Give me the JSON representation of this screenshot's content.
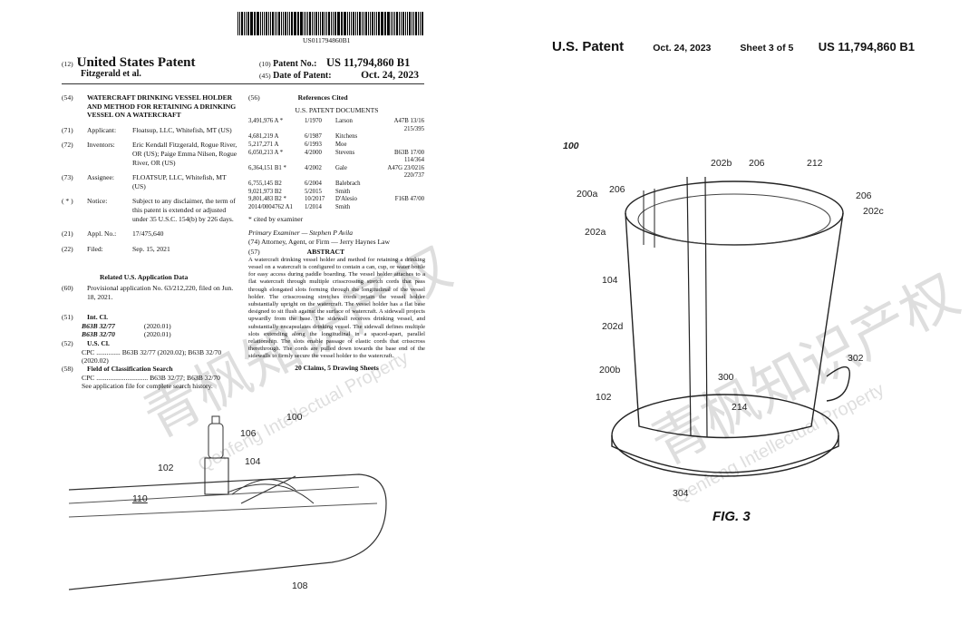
{
  "left": {
    "barcode_text": "US011794860B1",
    "country_code": "(12)",
    "country": "United States Patent",
    "inventors_short": "Fitzgerald et al.",
    "patent_no_code": "(10)",
    "patent_no_label": "Patent No.:",
    "patent_no": "US 11,794,860 B1",
    "date_code": "(45)",
    "date_label": "Date of Patent:",
    "date": "Oct. 24, 2023",
    "fields": [
      {
        "num": "(54)",
        "label": "",
        "text": "WATERCRAFT DRINKING VESSEL HOLDER AND METHOD FOR RETAINING A DRINKING VESSEL ON A WATERCRAFT"
      },
      {
        "num": "(71)",
        "label": "Applicant:",
        "text": "Floatsup, LLC, Whitefish, MT (US)"
      },
      {
        "num": "(72)",
        "label": "Inventors:",
        "text": "Eric Kendall Fitzgerald, Rogue River, OR (US); Paige Emma Nilsen, Rogue River, OR (US)"
      },
      {
        "num": "(73)",
        "label": "Assignee:",
        "text": "FLOATSUP, LLC, Whitefish, MT (US)"
      },
      {
        "num": "( * )",
        "label": "Notice:",
        "text": "Subject to any disclaimer, the term of this patent is extended or adjusted under 35 U.S.C. 154(b) by 226 days."
      },
      {
        "num": "(21)",
        "label": "Appl. No.:",
        "text": "17/475,640"
      },
      {
        "num": "(22)",
        "label": "Filed:",
        "text": "Sep. 15, 2021"
      }
    ],
    "related_heading": "Related U.S. Application Data",
    "provisional": {
      "num": "(60)",
      "text": "Provisional application No. 63/212,220, filed on Jun. 18, 2021."
    },
    "intcl": {
      "num": "(51)",
      "label": "Int. Cl.",
      "rows": [
        [
          "B63B 32/77",
          "(2020.01)"
        ],
        [
          "B63B 32/70",
          "(2020.01)"
        ]
      ]
    },
    "uscl": {
      "num": "(52)",
      "label": "U.S. Cl.",
      "text": "CPC .............. B63B 32/77 (2020.02); B63B 32/70 (2020.02)"
    },
    "field_search": {
      "num": "(58)",
      "label": "Field of Classification Search",
      "text": "CPC .............................. B63B 32/77; B63B 32/70",
      "note": "See application file for complete search history."
    },
    "refs_code": "(56)",
    "refs_heading": "References Cited",
    "refs_sub": "U.S. PATENT DOCUMENTS",
    "refs": [
      [
        "3,491,976 A *",
        "1/1970",
        "Larson",
        "A47B 13/16"
      ],
      [
        "",
        "",
        "",
        "215/395"
      ],
      [
        "4,681,219 A",
        "6/1987",
        "Kitchens",
        ""
      ],
      [
        "5,217,271 A",
        "6/1993",
        "Moe",
        ""
      ],
      [
        "6,050,213 A *",
        "4/2000",
        "Stevens",
        "B63B 17/00"
      ],
      [
        "",
        "",
        "",
        "114/364"
      ],
      [
        "6,364,151 B1 *",
        "4/2002",
        "Gale",
        "A47G 23/0216"
      ],
      [
        "",
        "",
        "",
        "220/737"
      ],
      [
        "6,755,145 B2",
        "6/2004",
        "Balebrach",
        ""
      ],
      [
        "9,021,973 B2",
        "5/2015",
        "Smith",
        ""
      ],
      [
        "9,801,483 B2 *",
        "10/2017",
        "D'Alesio",
        "F16B 47/00"
      ],
      [
        "2014/0004762 A1",
        "1/2014",
        "Smith",
        ""
      ]
    ],
    "cited": "* cited by examiner",
    "examiner": "Primary Examiner — Stephen P Avila",
    "attorney": "(74) Attorney, Agent, or Firm — Jerry Haynes Law",
    "abstract_code": "(57)",
    "abstract_heading": "ABSTRACT",
    "abstract": "A watercraft drinking vessel holder and method for retaining a drinking vessel on a watercraft is configured to contain a can, cup, or water bottle for easy access during paddle boarding. The vessel holder attaches to a flat watercraft through multiple crisscrossing stretch cords that pass through elongated slots forming through the longitudinal of the vessel holder. The crisscrossing stretches cords retain the vessel holder substantially upright on the watercraft. The vessel holder has a flat base designed to sit flush against the surface of watercraft. A sidewall projects upwardly from the base. The sidewall receives drinking vessel, and substantially encapsulates drinking vessel. The sidewall defines multiple slots extending along the longitudinal in a spaced-apart, parallel relationship. The slots enable passage of elastic cords that crisscross therethrough. The cords are pulled down towards the base end of the sidewalls to firmly secure the vessel holder to the watercraft.",
    "claims": "20 Claims, 5 Drawing Sheets",
    "fig_labels": [
      "100",
      "106",
      "104",
      "102",
      "110",
      "108"
    ]
  },
  "right": {
    "header": {
      "left": "U.S. Patent",
      "date": "Oct. 24, 2023",
      "sheet": "Sheet 3 of 5",
      "number": "US 11,794,860 B1"
    },
    "labels": [
      "100",
      "202b",
      "206",
      "212",
      "200a",
      "206",
      "206",
      "202c",
      "202a",
      "104",
      "202d",
      "302",
      "300",
      "200b",
      "102",
      "214",
      "304"
    ],
    "fig": "FIG. 3"
  },
  "watermark": {
    "cn": "青枫知识产权",
    "en": "Qenfeng Intellectual Property"
  }
}
